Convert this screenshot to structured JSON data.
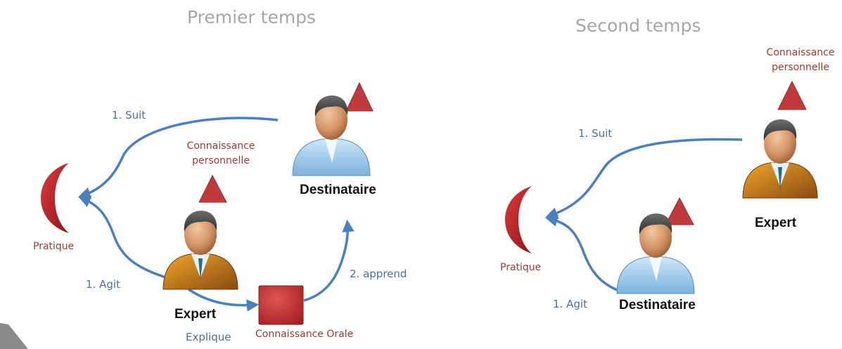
{
  "left": {
    "title": "Premier temps",
    "arrow_suit": "1. Suit",
    "arrow_agit": "1. Agit",
    "arrow_apprend": "2. apprend",
    "arrow_explique": "Explique",
    "pratique": "Pratique",
    "personal_knowledge_line1": "Connaissance",
    "personal_knowledge_line2": "personnelle",
    "oral_knowledge": "Connaissance Orale",
    "role_top": "Destinataire",
    "role_bottom": "Expert"
  },
  "right": {
    "title": "Second temps",
    "arrow_suit": "1. Suit",
    "arrow_agit": "1. Agit",
    "pratique": "Pratique",
    "personal_knowledge_line1": "Connaissance",
    "personal_knowledge_line2": "personnelle",
    "role_top": "Expert",
    "role_bottom": "Destinataire"
  },
  "colors": {
    "arrow": "#4a80c0",
    "triangle": "#c0393b",
    "moon": "#c0262b",
    "title": "#a6a6a6",
    "label_blue": "#4a6fa5",
    "label_red": "#9e3a2f"
  },
  "icons": [
    "person-destinataire-icon",
    "person-expert-icon",
    "crescent-moon-icon",
    "triangle-icon",
    "square-icon"
  ]
}
